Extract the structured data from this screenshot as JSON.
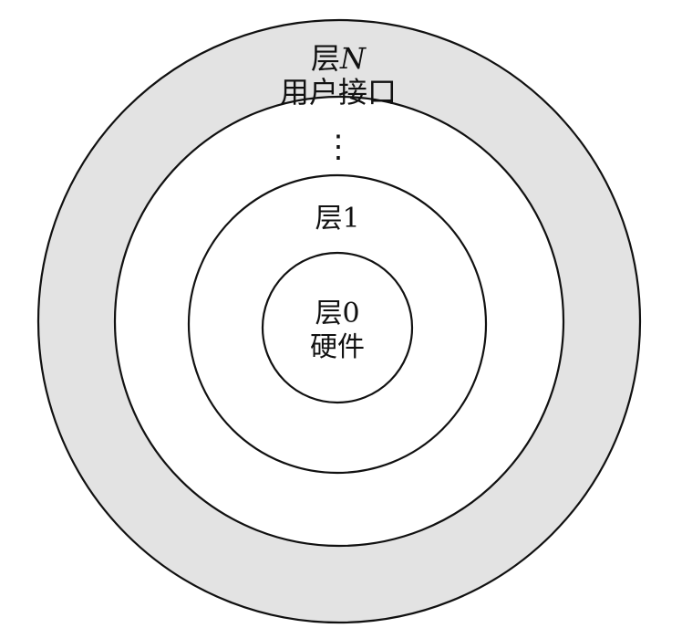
{
  "diagram": {
    "layers": [
      {
        "id": "outer",
        "title": "层N",
        "title_prefix": "层",
        "title_suffix": "N",
        "subtitle": "用户接口"
      },
      {
        "id": "ellipsis",
        "text": "⋮"
      },
      {
        "id": "layer1",
        "title": "层1"
      },
      {
        "id": "core",
        "title": "层0",
        "subtitle": "硬件"
      }
    ],
    "colors": {
      "outer_fill": "#e3e3e3",
      "inner_fill": "#ffffff",
      "stroke": "#111111"
    }
  }
}
